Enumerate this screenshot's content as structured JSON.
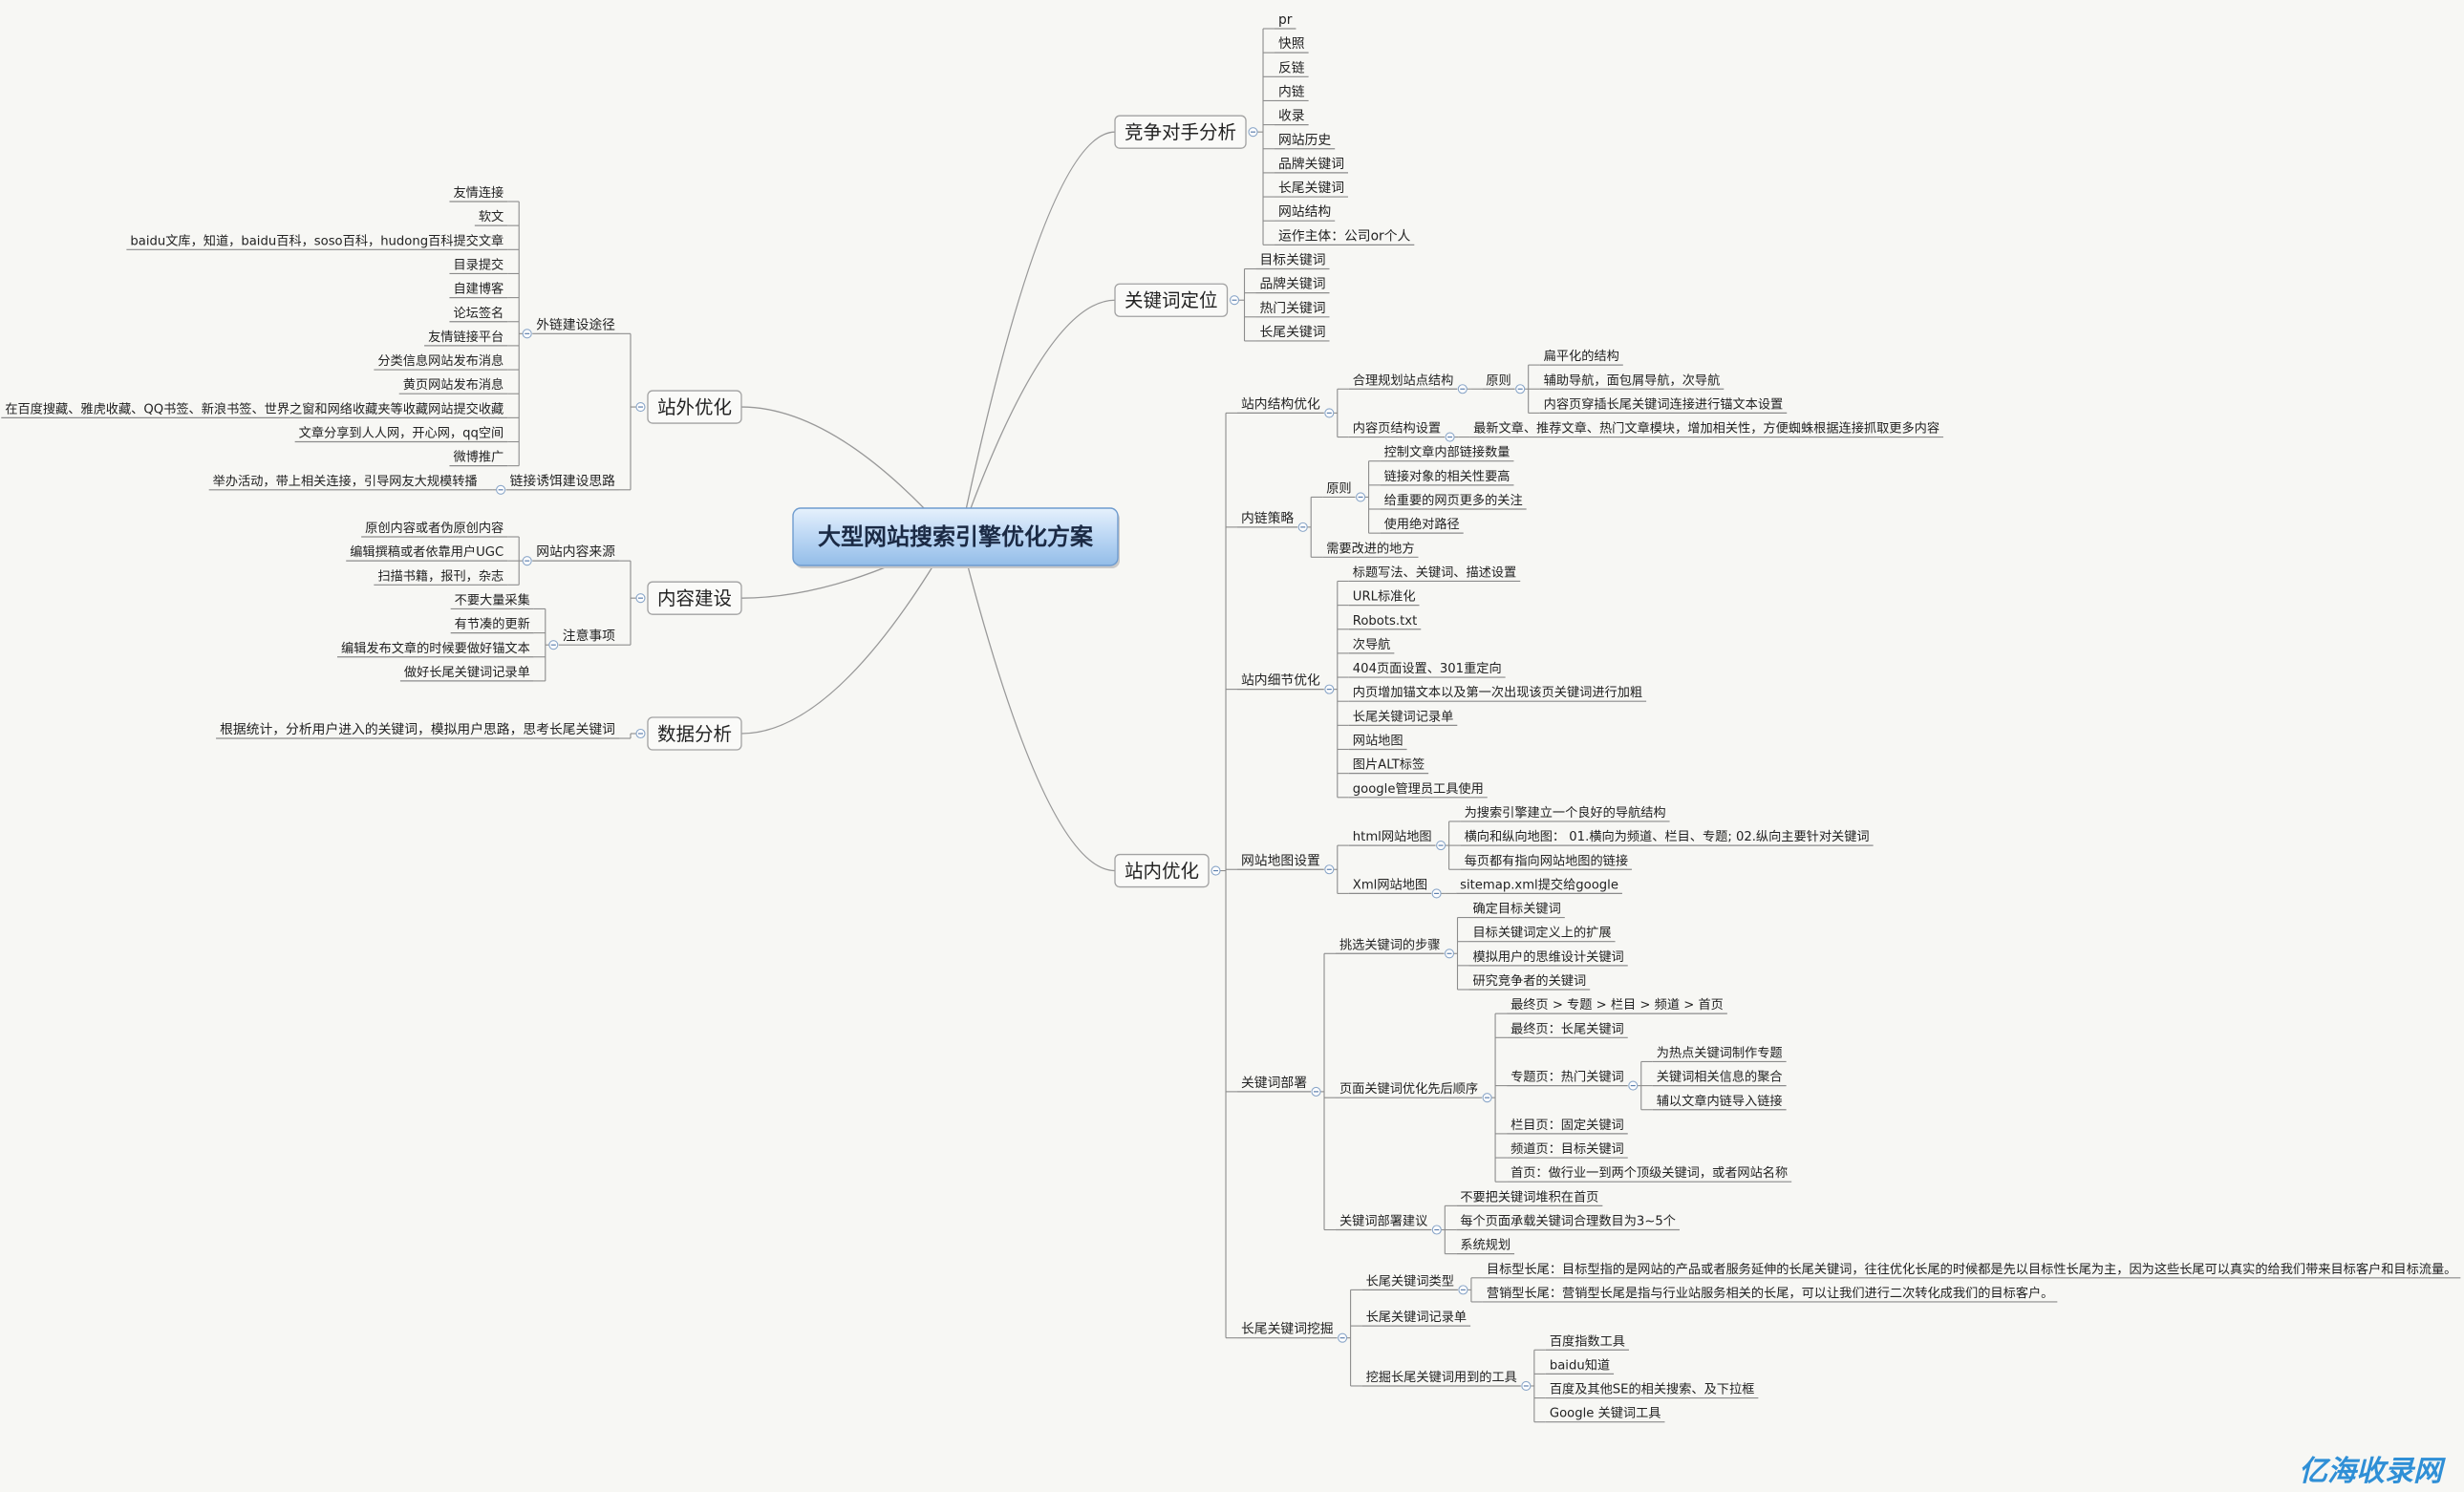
{
  "root": "大型网站搜索引擎优化方案",
  "watermark": "亿海收录网",
  "left": [
    {
      "label": "站外优化",
      "children": [
        {
          "label": "外链建设途径",
          "children": [
            {
              "label": "友情连接"
            },
            {
              "label": "软文"
            },
            {
              "label": "baidu文库，知道，baidu百科，soso百科，hudong百科提交文章"
            },
            {
              "label": "目录提交"
            },
            {
              "label": "自建博客"
            },
            {
              "label": "论坛签名"
            },
            {
              "label": "友情链接平台"
            },
            {
              "label": "分类信息网站发布消息"
            },
            {
              "label": "黄页网站发布消息"
            },
            {
              "label": "在百度搜藏、雅虎收藏、QQ书签、新浪书签、世界之窗和网络收藏夹等收藏网站提交收藏"
            },
            {
              "label": "文章分享到人人网，开心网，qq空间"
            },
            {
              "label": "微博推广"
            }
          ]
        },
        {
          "label": "链接诱饵建设思路",
          "children": [
            {
              "label": "举办活动，带上相关连接，引导网友大规模转播"
            }
          ]
        }
      ]
    },
    {
      "label": "内容建设",
      "children": [
        {
          "label": "网站内容来源",
          "children": [
            {
              "label": "原创内容或者伪原创内容"
            },
            {
              "label": "编辑撰稿或者依靠用户UGC"
            },
            {
              "label": "扫描书籍，报刊，杂志"
            }
          ]
        },
        {
          "label": "注意事项",
          "children": [
            {
              "label": "不要大量采集"
            },
            {
              "label": "有节凑的更新"
            },
            {
              "label": "编辑发布文章的时候要做好锚文本"
            },
            {
              "label": "做好长尾关键词记录单"
            }
          ]
        }
      ]
    },
    {
      "label": "数据分析",
      "children": [
        {
          "label": "根据统计，分析用户进入的关键词，模拟用户思路，思考长尾关键词"
        }
      ]
    }
  ],
  "right": [
    {
      "label": "竞争对手分析",
      "children": [
        {
          "label": "pr"
        },
        {
          "label": "快照"
        },
        {
          "label": "反链"
        },
        {
          "label": "内链"
        },
        {
          "label": "收录"
        },
        {
          "label": "网站历史"
        },
        {
          "label": "品牌关键词"
        },
        {
          "label": "长尾关键词"
        },
        {
          "label": "网站结构"
        },
        {
          "label": "运作主体：公司or个人"
        }
      ]
    },
    {
      "label": "关键词定位",
      "children": [
        {
          "label": "目标关键词"
        },
        {
          "label": "品牌关键词"
        },
        {
          "label": "热门关键词"
        },
        {
          "label": "长尾关键词"
        }
      ]
    },
    {
      "label": "站内优化",
      "children": [
        {
          "label": "站内结构优化",
          "children": [
            {
              "label": "合理规划站点结构",
              "children": [
                {
                  "label": "原则",
                  "children": [
                    {
                      "label": "扁平化的结构"
                    },
                    {
                      "label": "辅助导航，面包屑导航，次导航"
                    },
                    {
                      "label": "内容页穿插长尾关键词连接进行锚文本设置"
                    }
                  ]
                }
              ]
            },
            {
              "label": "内容页结构设置",
              "children": [
                {
                  "label": "最新文章、推荐文章、热门文章模块，增加相关性，方便蜘蛛根据连接抓取更多内容"
                }
              ]
            }
          ]
        },
        {
          "label": "内链策略",
          "children": [
            {
              "label": "原则",
              "children": [
                {
                  "label": "控制文章内部链接数量"
                },
                {
                  "label": "链接对象的相关性要高"
                },
                {
                  "label": "给重要的网页更多的关注"
                },
                {
                  "label": "使用绝对路径"
                }
              ]
            },
            {
              "label": "需要改进的地方"
            }
          ]
        },
        {
          "label": "站内细节优化",
          "children": [
            {
              "label": "标题写法、关键词、描述设置"
            },
            {
              "label": "URL标准化"
            },
            {
              "label": "Robots.txt"
            },
            {
              "label": "次导航"
            },
            {
              "label": "404页面设置、301重定向"
            },
            {
              "label": "内页增加锚文本以及第一次出现该页关键词进行加粗"
            },
            {
              "label": "长尾关键词记录单"
            },
            {
              "label": "网站地图"
            },
            {
              "label": "图片ALT标签"
            },
            {
              "label": "google管理员工具使用"
            }
          ]
        },
        {
          "label": "网站地图设置",
          "children": [
            {
              "label": "html网站地图",
              "children": [
                {
                  "label": "为搜索引擎建立一个良好的导航结构"
                },
                {
                  "label": "横向和纵向地图： 01.横向为频道、栏目、专题; 02.纵向主要针对关键词"
                },
                {
                  "label": "每页都有指向网站地图的链接"
                }
              ]
            },
            {
              "label": "Xml网站地图",
              "children": [
                {
                  "label": "sitemap.xml提交给google"
                }
              ]
            }
          ]
        },
        {
          "label": "关键词部署",
          "children": [
            {
              "label": "挑选关键词的步骤",
              "children": [
                {
                  "label": "确定目标关键词"
                },
                {
                  "label": "目标关键词定义上的扩展"
                },
                {
                  "label": "模拟用户的思维设计关键词"
                },
                {
                  "label": "研究竞争者的关键词"
                }
              ]
            },
            {
              "label": "页面关键词优化先后顺序",
              "children": [
                {
                  "label": "最终页 > 专题 > 栏目 > 频道 > 首页"
                },
                {
                  "label": "最终页：长尾关键词"
                },
                {
                  "label": "专题页：热门关键词",
                  "children": [
                    {
                      "label": "为热点关键词制作专题"
                    },
                    {
                      "label": "关键词相关信息的聚合"
                    },
                    {
                      "label": "辅以文章内链导入链接"
                    }
                  ]
                },
                {
                  "label": "栏目页：固定关键词"
                },
                {
                  "label": "频道页：目标关键词"
                },
                {
                  "label": "首页：做行业一到两个顶级关键词，或者网站名称"
                }
              ]
            },
            {
              "label": "关键词部署建议",
              "children": [
                {
                  "label": "不要把关键词堆积在首页"
                },
                {
                  "label": "每个页面承载关键词合理数目为3~5个"
                },
                {
                  "label": "系统规划"
                }
              ]
            }
          ]
        },
        {
          "label": "长尾关键词挖掘",
          "children": [
            {
              "label": "长尾关键词类型",
              "children": [
                {
                  "label": "目标型长尾：目标型指的是网站的产品或者服务延伸的长尾关键词，往往优化长尾的时候都是先以目标性长尾为主，因为这些长尾可以真实的给我们带来目标客户和目标流量。"
                },
                {
                  "label": "营销型长尾：营销型长尾是指与行业站服务相关的长尾，可以让我们进行二次转化成我们的目标客户。"
                }
              ]
            },
            {
              "label": "长尾关键词记录单"
            },
            {
              "label": "挖掘长尾关键词用到的工具",
              "children": [
                {
                  "label": "百度指数工具"
                },
                {
                  "label": "baidu知道"
                },
                {
                  "label": "百度及其他SE的相关搜索、及下拉框"
                },
                {
                  "label": "Google 关键词工具"
                }
              ]
            }
          ]
        }
      ]
    }
  ]
}
